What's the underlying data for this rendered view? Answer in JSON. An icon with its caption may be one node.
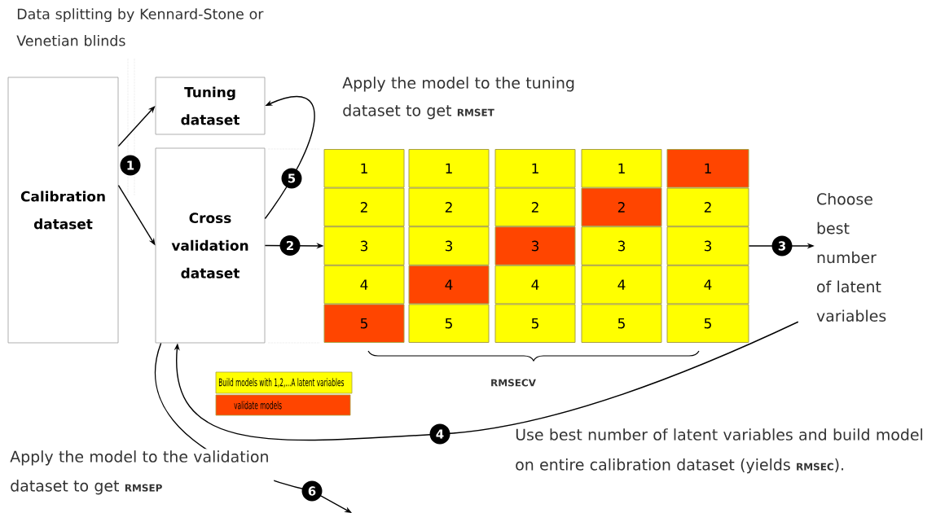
{
  "diagram": {
    "nodes": [
      {
        "text": [
          "Calibration dataset"
        ]
      },
      {
        "text": [
          "Tuning dataset"
        ]
      },
      {
        "text": [
          "Cross validation dataset"
        ]
      },
      {
        "text": [
          "1"
        ]
      },
      {
        "text": [
          "1"
        ]
      },
      {
        "text": [
          "1"
        ]
      },
      {
        "text": [
          "1"
        ]
      },
      {
        "text": [
          "1"
        ]
      },
      {
        "text": [
          "2"
        ]
      },
      {
        "text": [
          "2"
        ]
      },
      {
        "text": [
          "2"
        ]
      },
      {
        "text": [
          "2"
        ]
      },
      {
        "text": [
          "2"
        ]
      },
      {
        "text": [
          "3"
        ]
      },
      {
        "text": [
          "3"
        ]
      },
      {
        "text": [
          "3"
        ]
      },
      {
        "text": [
          "3"
        ]
      },
      {
        "text": [
          "3"
        ]
      },
      {
        "text": [
          "4"
        ]
      },
      {
        "text": [
          "4"
        ]
      },
      {
        "text": [
          "4"
        ]
      },
      {
        "text": [
          "4"
        ]
      },
      {
        "text": [
          "4"
        ]
      },
      {
        "text": [
          "5"
        ]
      },
      {
        "text": [
          "5"
        ]
      },
      {
        "text": [
          "5"
        ]
      },
      {
        "text": [
          "5"
        ]
      },
      {
        "text": [
          "5"
        ]
      },
      {
        "text": [
          "Choose best number of latent variables"
        ]
      }
    ],
    "edges": [
      {
        "from": 0,
        "to": 1,
        "arrow": "to"
      },
      {
        "from": 0,
        "to": 2,
        "arrow": "to"
      },
      {
        "from": 2,
        "to": 13,
        "arrow": "to",
        "label": "2"
      },
      {
        "from": 17,
        "to": 28,
        "arrow": "to",
        "label": "3"
      },
      {
        "from": 28,
        "to": 2,
        "arrow": "to",
        "label": "4"
      },
      {
        "from": 2,
        "to": 1,
        "arrow": "to",
        "label": "5"
      },
      {
        "from": 2,
        "to": null,
        "arrow": "to",
        "label": "6"
      }
    ],
    "labels": [
      "Data splitting by Kennard-Stone or Venetian blinds",
      "Apply the model to the tuning dataset to get **RMSET**",
      "1",
      "RMSECV",
      "Use best number of latent variables and build model on entire calibration dataset (yields **RMSEC**).",
      "Apply the model to the validation dataset to get **RMSEP**"
    ],
    "legend": [
      {
        "text": "Build models with 1,2,...A latent variables",
        "color": "#ffff00"
      },
      {
        "text": "validate models",
        "color": "#ff4500"
      }
    ]
  }
}
